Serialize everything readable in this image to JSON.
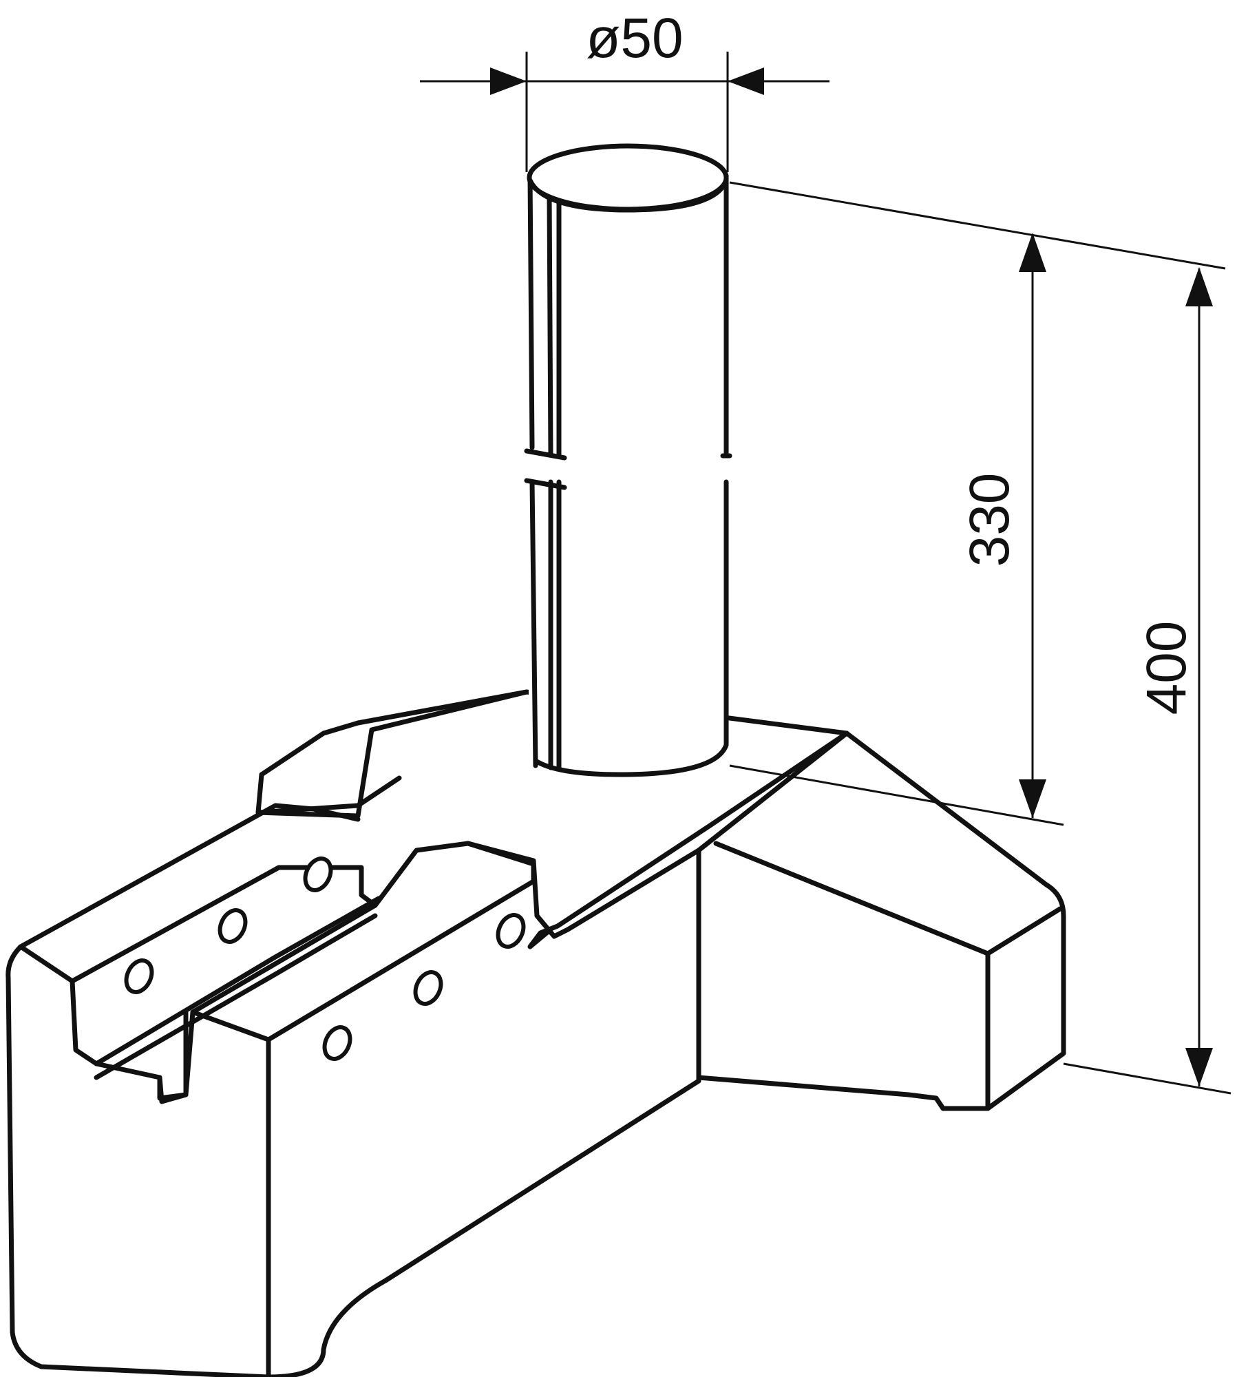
{
  "dimensions": {
    "diameter_label": "ø50",
    "height_inner_label": "330",
    "height_outer_label": "400"
  },
  "colors": {
    "line": "#111111",
    "background": "#ffffff"
  }
}
